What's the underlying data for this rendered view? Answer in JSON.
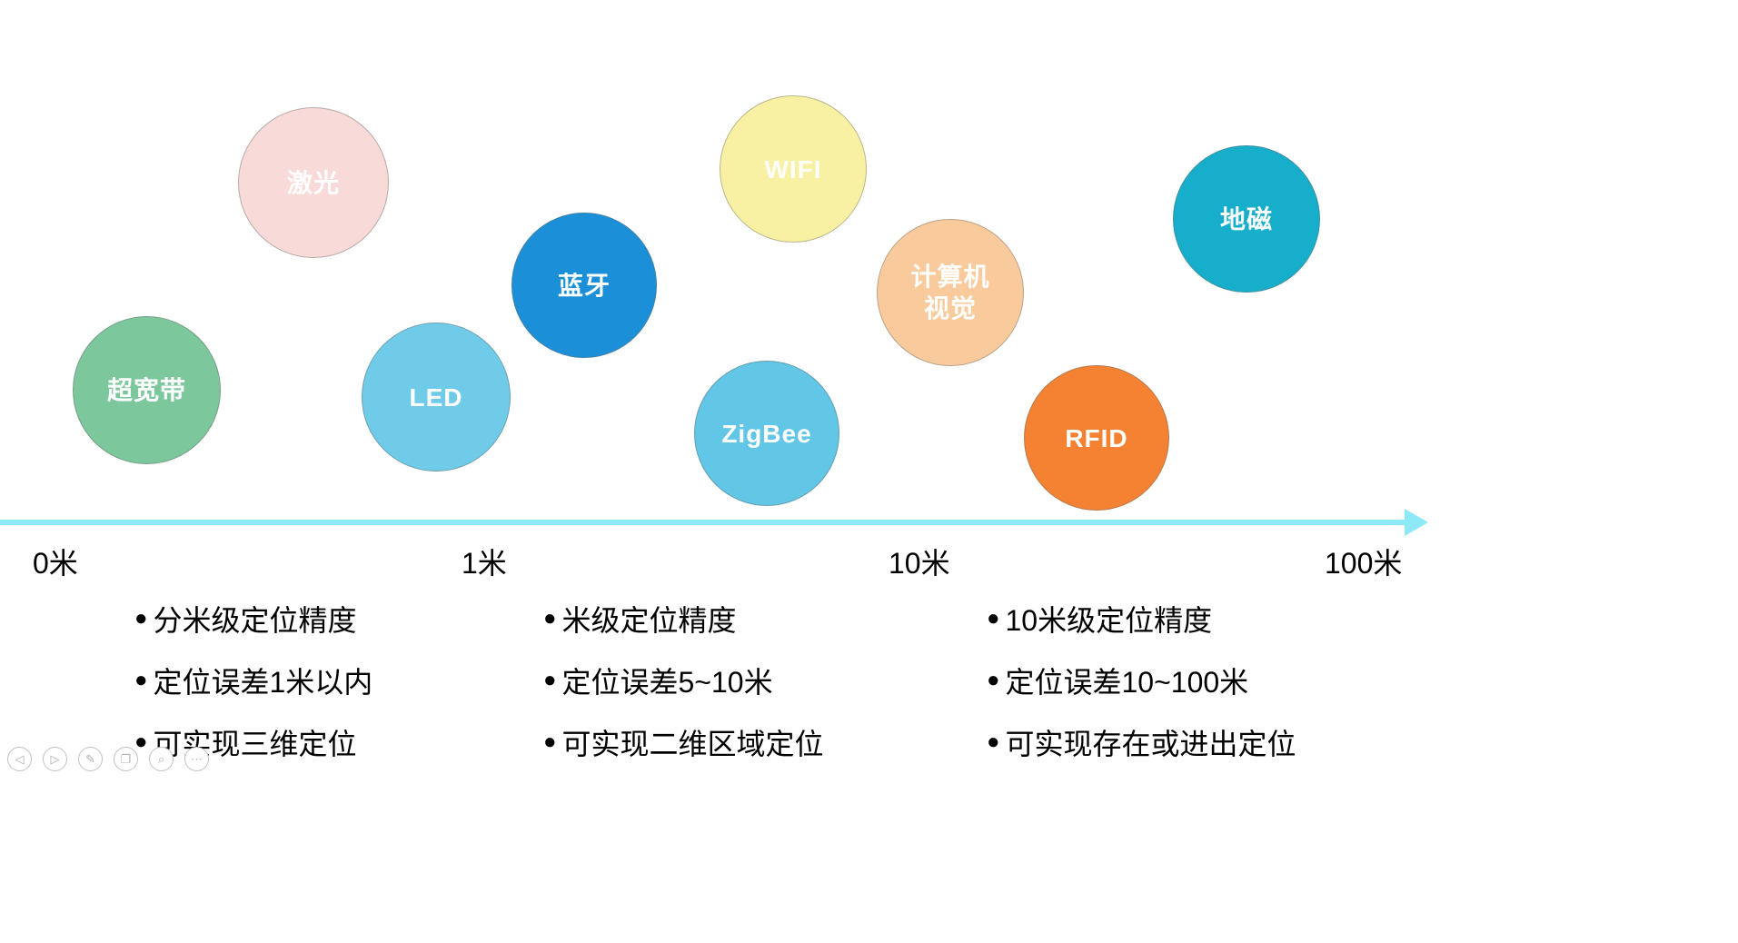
{
  "bubbles": [
    {
      "label": "激光",
      "color": "#f8dbd8"
    },
    {
      "label": "超宽带",
      "color": "#7cc79c"
    },
    {
      "label": "LED",
      "color": "#6fcbe8"
    },
    {
      "label": "蓝牙",
      "color": "#1b8fd8"
    },
    {
      "label": "WIFI",
      "color": "#f8f0a2"
    },
    {
      "label": "ZigBee",
      "color": "#62c6e6"
    },
    {
      "label": "计算机\n视觉",
      "color": "#f9cb9c"
    },
    {
      "label": "RFID",
      "color": "#f48232"
    },
    {
      "label": "地磁",
      "color": "#16aecb"
    }
  ],
  "axis": {
    "color": "#8ce9f5",
    "ticks": [
      "0米",
      "1米",
      "10米",
      "100米"
    ]
  },
  "notes": {
    "bullet": "●",
    "columns": [
      {
        "items": [
          "分米级定位精度",
          "定位误差1米以内",
          "可实现三维定位"
        ]
      },
      {
        "items": [
          "米级定位精度",
          "定位误差5~10米",
          "可实现二维区域定位"
        ]
      },
      {
        "items": [
          "10米级定位精度",
          "定位误差10~100米",
          "可实现存在或进出定位"
        ]
      }
    ]
  },
  "toolbar": {
    "prev": "◁",
    "play": "▷",
    "pen": "✎",
    "slides": "❐",
    "zoom": "⌕",
    "more": "⋯"
  }
}
